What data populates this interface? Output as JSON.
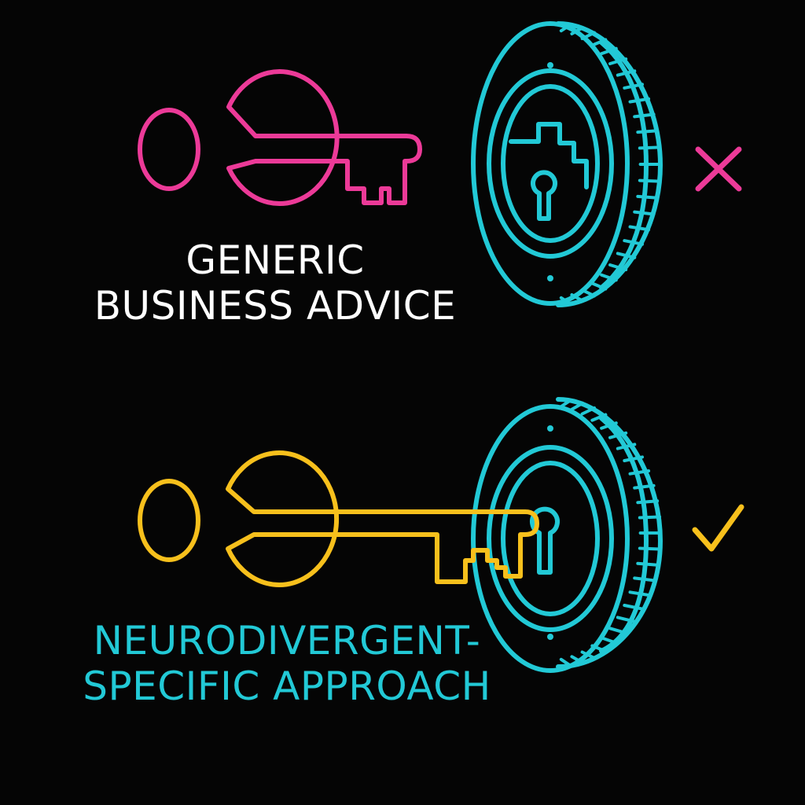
{
  "colors": {
    "background": "#050505",
    "generic_key": "#ec3a98",
    "specific_key": "#f7c01c",
    "lock": "#22c9d6",
    "cross_mark": "#ec3a98",
    "check_mark": "#f7c01c",
    "generic_text": "#ffffff",
    "specific_text": "#22c9d6"
  },
  "icons": {
    "generic_key": "key-icon",
    "specific_key": "key-icon",
    "lock": "coin-lock-icon",
    "wrong": "cross-icon",
    "right": "check-icon"
  },
  "generic": {
    "label_lines": [
      "GENERIC",
      "BUSINESS ADVICE"
    ]
  },
  "specific": {
    "label_lines": [
      "NEURODIVERGENT-",
      "SPECIFIC APPROACH"
    ]
  }
}
